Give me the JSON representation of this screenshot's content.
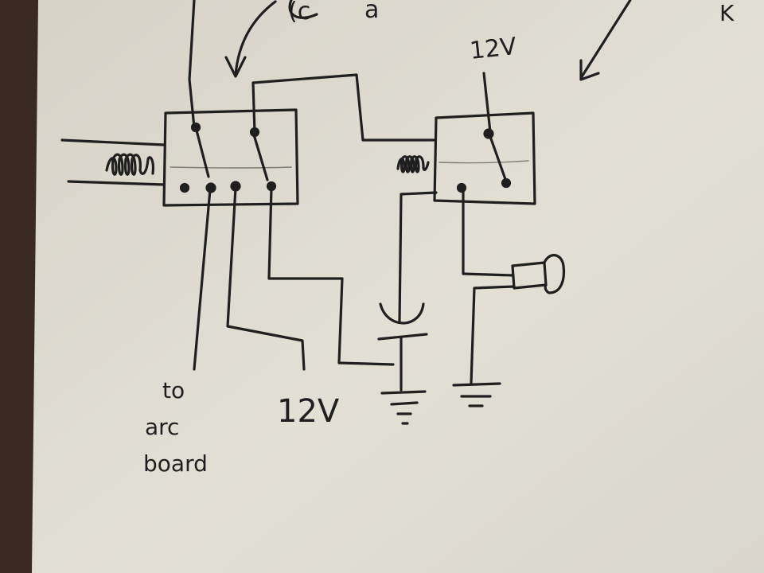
{
  "labels": {
    "relay2_supply": "12V",
    "relay1_supply": "12V",
    "arc_line1": "to",
    "arc_line2": "arc",
    "arc_line3": "board",
    "top_fragment_1": "(c",
    "top_fragment_2": "a",
    "corner_fragment": "K"
  },
  "colors": {
    "paper": "#dedbd0",
    "ink": "#1f1f1f",
    "background": "#3a2a22"
  }
}
